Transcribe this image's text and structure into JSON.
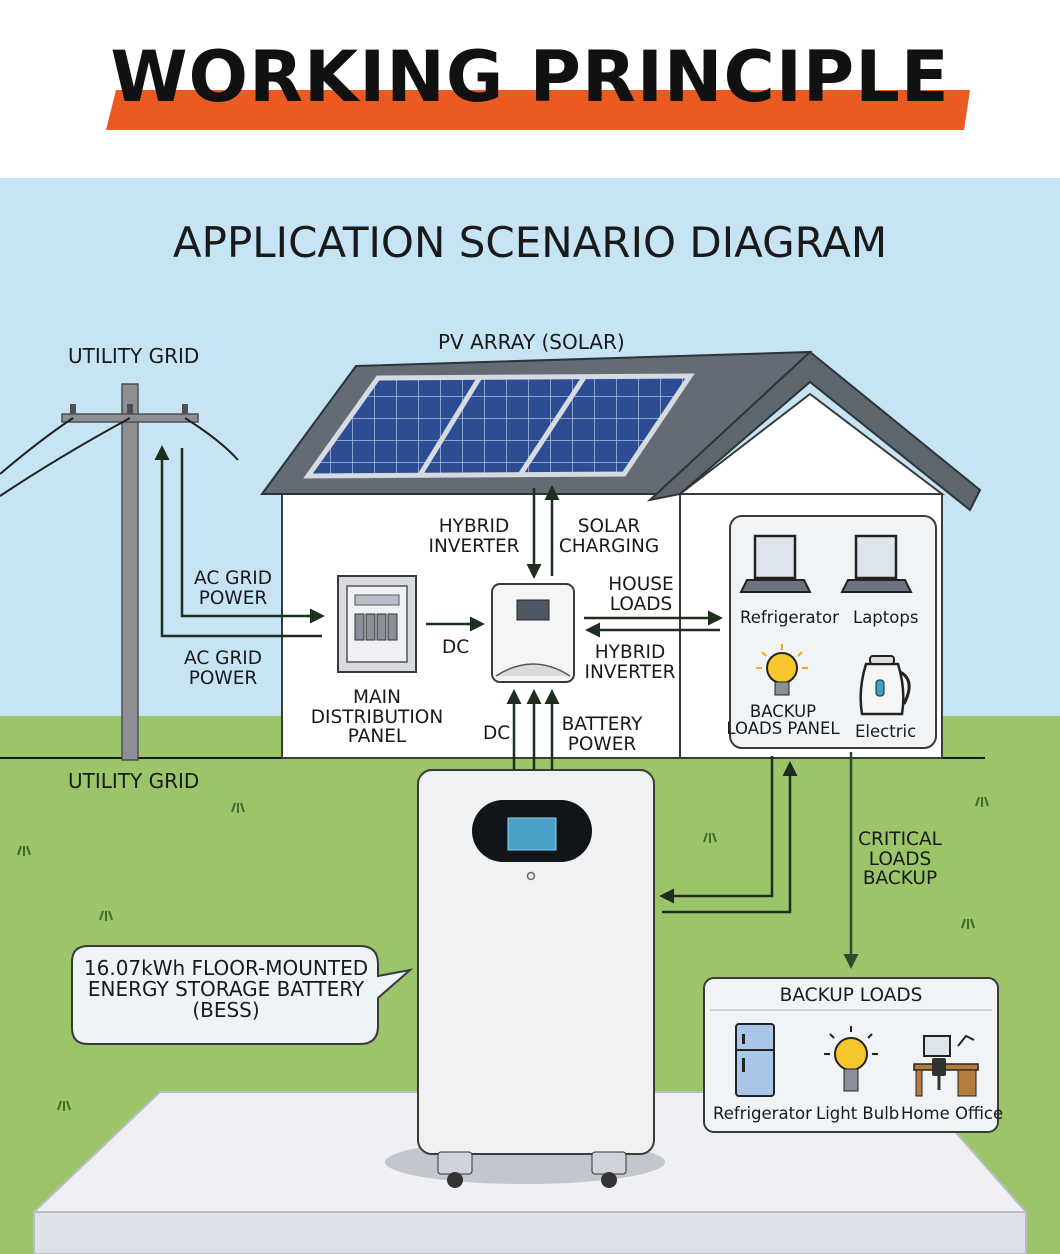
{
  "header": {
    "title": "WORKING PRINCIPLE",
    "subtitle": "APPLICATION SCENARIO DIAGRAM"
  },
  "labels": {
    "utility_grid_top": "UTILITY GRID",
    "utility_grid_bottom": "UTILITY GRID",
    "pv_array": "PV ARRAY (SOLAR)",
    "ac_grid_power_1": [
      "AC GRID",
      "POWER"
    ],
    "ac_grid_power_2": [
      "AC GRID",
      "POWER"
    ],
    "hybrid_inverter_top": [
      "HYBRID",
      "INVERTER"
    ],
    "solar_charging": [
      "SOLAR",
      "CHARGING"
    ],
    "house_loads": [
      "HOUSE",
      "LOADS"
    ],
    "hybrid_inverter_right": [
      "HYBRID",
      "INVERTER"
    ],
    "dc_1": "DC",
    "dc_2": "DC",
    "main_panel": [
      "MAIN",
      "DISTRIBUTION",
      "PANEL"
    ],
    "battery_power": [
      "BATTERY",
      "POWER"
    ],
    "critical_loads": [
      "CRITICAL",
      "LOADS",
      "BACKUP"
    ],
    "battery_callout": [
      "16.07kWh FLOOR-MOUNTED",
      "ENERGY STORAGE BATTERY",
      "(BESS)"
    ]
  },
  "loads_panel": {
    "title": [
      "BACKUP",
      "LOADS PANEL"
    ],
    "items": [
      "Refrigerator",
      "Laptops",
      "Electric"
    ]
  },
  "backup_loads": {
    "title": "BACKUP LOADS",
    "items": [
      "Refrigerator",
      "Light Bulb",
      "Home Office"
    ]
  },
  "colors": {
    "banner": "#ea5a21",
    "sky": "#c6e4f4",
    "grass": "#9cc56a",
    "roof": "#636c74",
    "solar_panel": "#2c4d94",
    "arrow": "#1e3a1e"
  }
}
